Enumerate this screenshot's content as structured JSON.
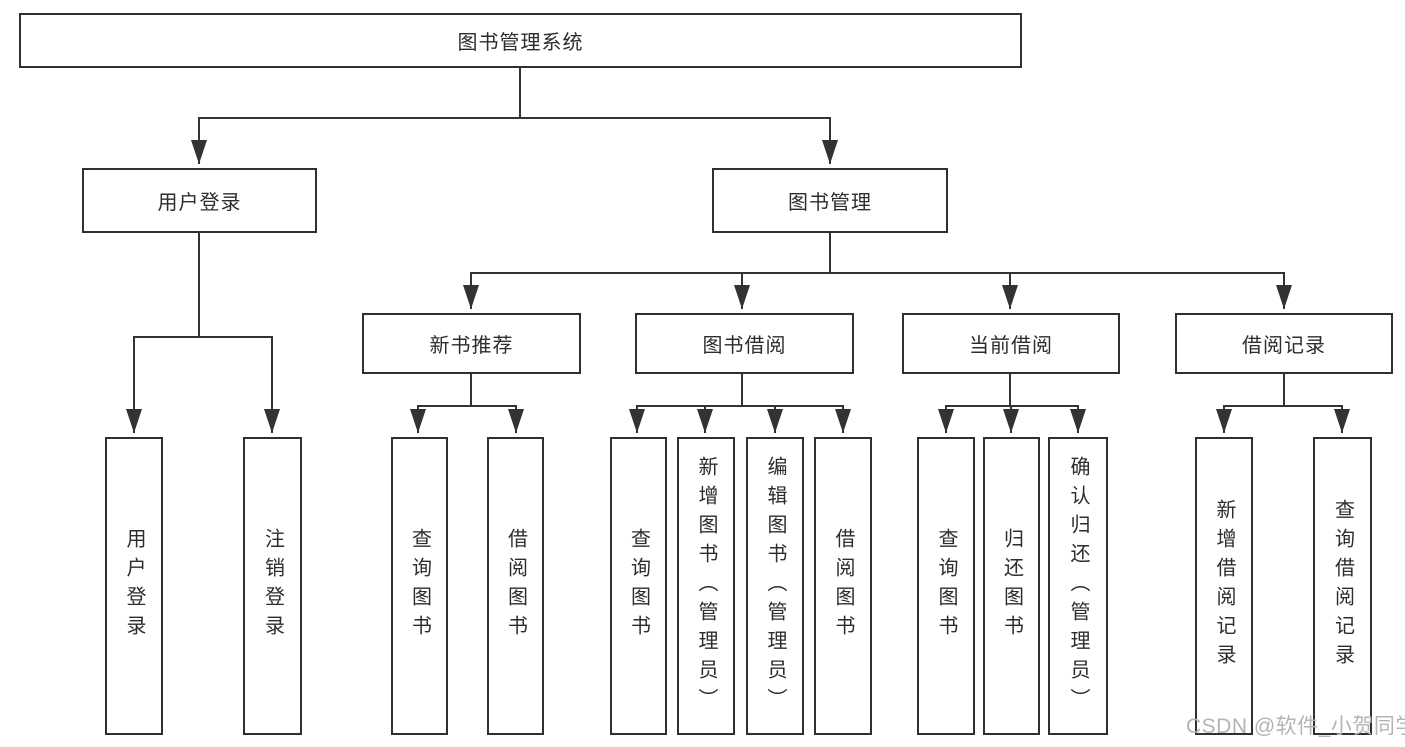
{
  "diagram": {
    "title": "图书管理系统",
    "level2": {
      "user_login": "用户登录",
      "book_mgmt": "图书管理"
    },
    "level3": {
      "new_book_rec": "新书推荐",
      "book_borrow": "图书借阅",
      "current_borrow": "当前借阅",
      "borrow_record": "借阅记录"
    },
    "leaves": {
      "user_login": "用户登录",
      "logout": "注销登录",
      "nbr_query_book": "查询图书",
      "nbr_borrow_book": "借阅图书",
      "bb_query_book": "查询图书",
      "bb_add_book": "新增图书（管理员）",
      "bb_edit_book": "编辑图书（管理员）",
      "bb_borrow_book": "借阅图书",
      "cb_query_book": "查询图书",
      "cb_return_book": "归还图书",
      "cb_confirm_return": "确认归还（管理员）",
      "br_add_record": "新增借阅记录",
      "br_query_record": "查询借阅记录"
    }
  },
  "watermark": {
    "text": "CSDN @软件_小贺同学"
  },
  "colors": {
    "line": "#333333",
    "box_border": "#303030",
    "text": "#2d2d2d",
    "watermark": "#b4b4b4",
    "background": "#ffffff"
  }
}
